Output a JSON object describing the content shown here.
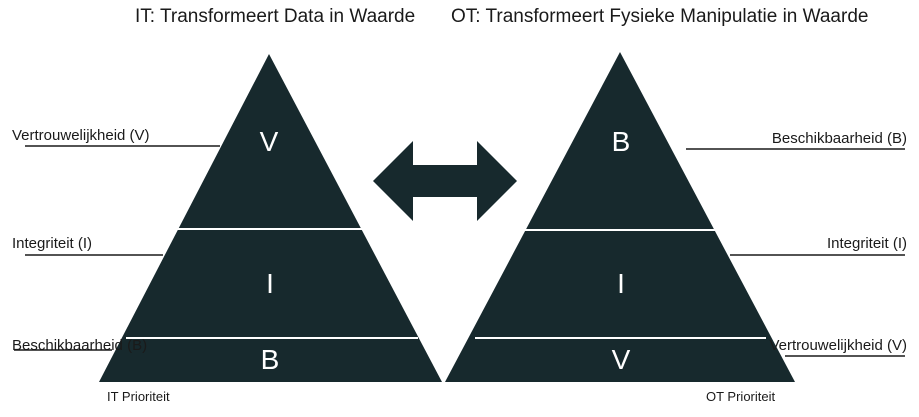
{
  "colors": {
    "pyramid": "#17292d",
    "arrow": "#17292d",
    "separator": "#ffffff",
    "text": "#1a1a1a"
  },
  "it": {
    "title": "IT: Transformeert Data in Waarde",
    "layers": [
      "V",
      "I",
      "B"
    ],
    "labels": [
      "Vertrouwelijkheid (V)",
      "Integriteit (I)",
      "Beschikbaarheid (B)"
    ],
    "footer": "IT Prioriteit"
  },
  "ot": {
    "title": "OT: Transformeert Fysieke Manipulatie in Waarde",
    "layers": [
      "B",
      "I",
      "V"
    ],
    "labels": [
      "Beschikbaarheid (B)",
      "Integriteit (I)",
      "Vertrouwelijkheid (V)"
    ],
    "footer": "OT Prioriteit"
  },
  "arrow_icon": "double-headed-arrow-icon"
}
